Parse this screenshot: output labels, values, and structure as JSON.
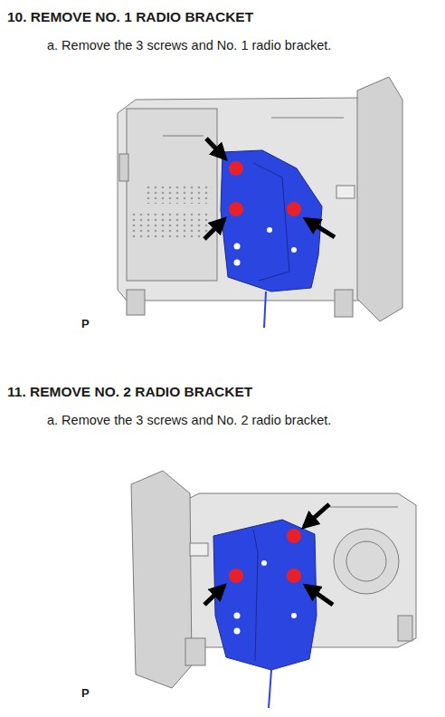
{
  "diagram": {
    "labels": [
      "10. REMOVE NO. 1 RADIO BRACKET",
      "a. Remove the 3 screws and No. 1 radio bracket.",
      "P",
      "11. REMOVE NO. 2 RADIO BRACKET",
      "a. Remove the 3 screws and No. 2 radio bracket.",
      "P"
    ]
  }
}
